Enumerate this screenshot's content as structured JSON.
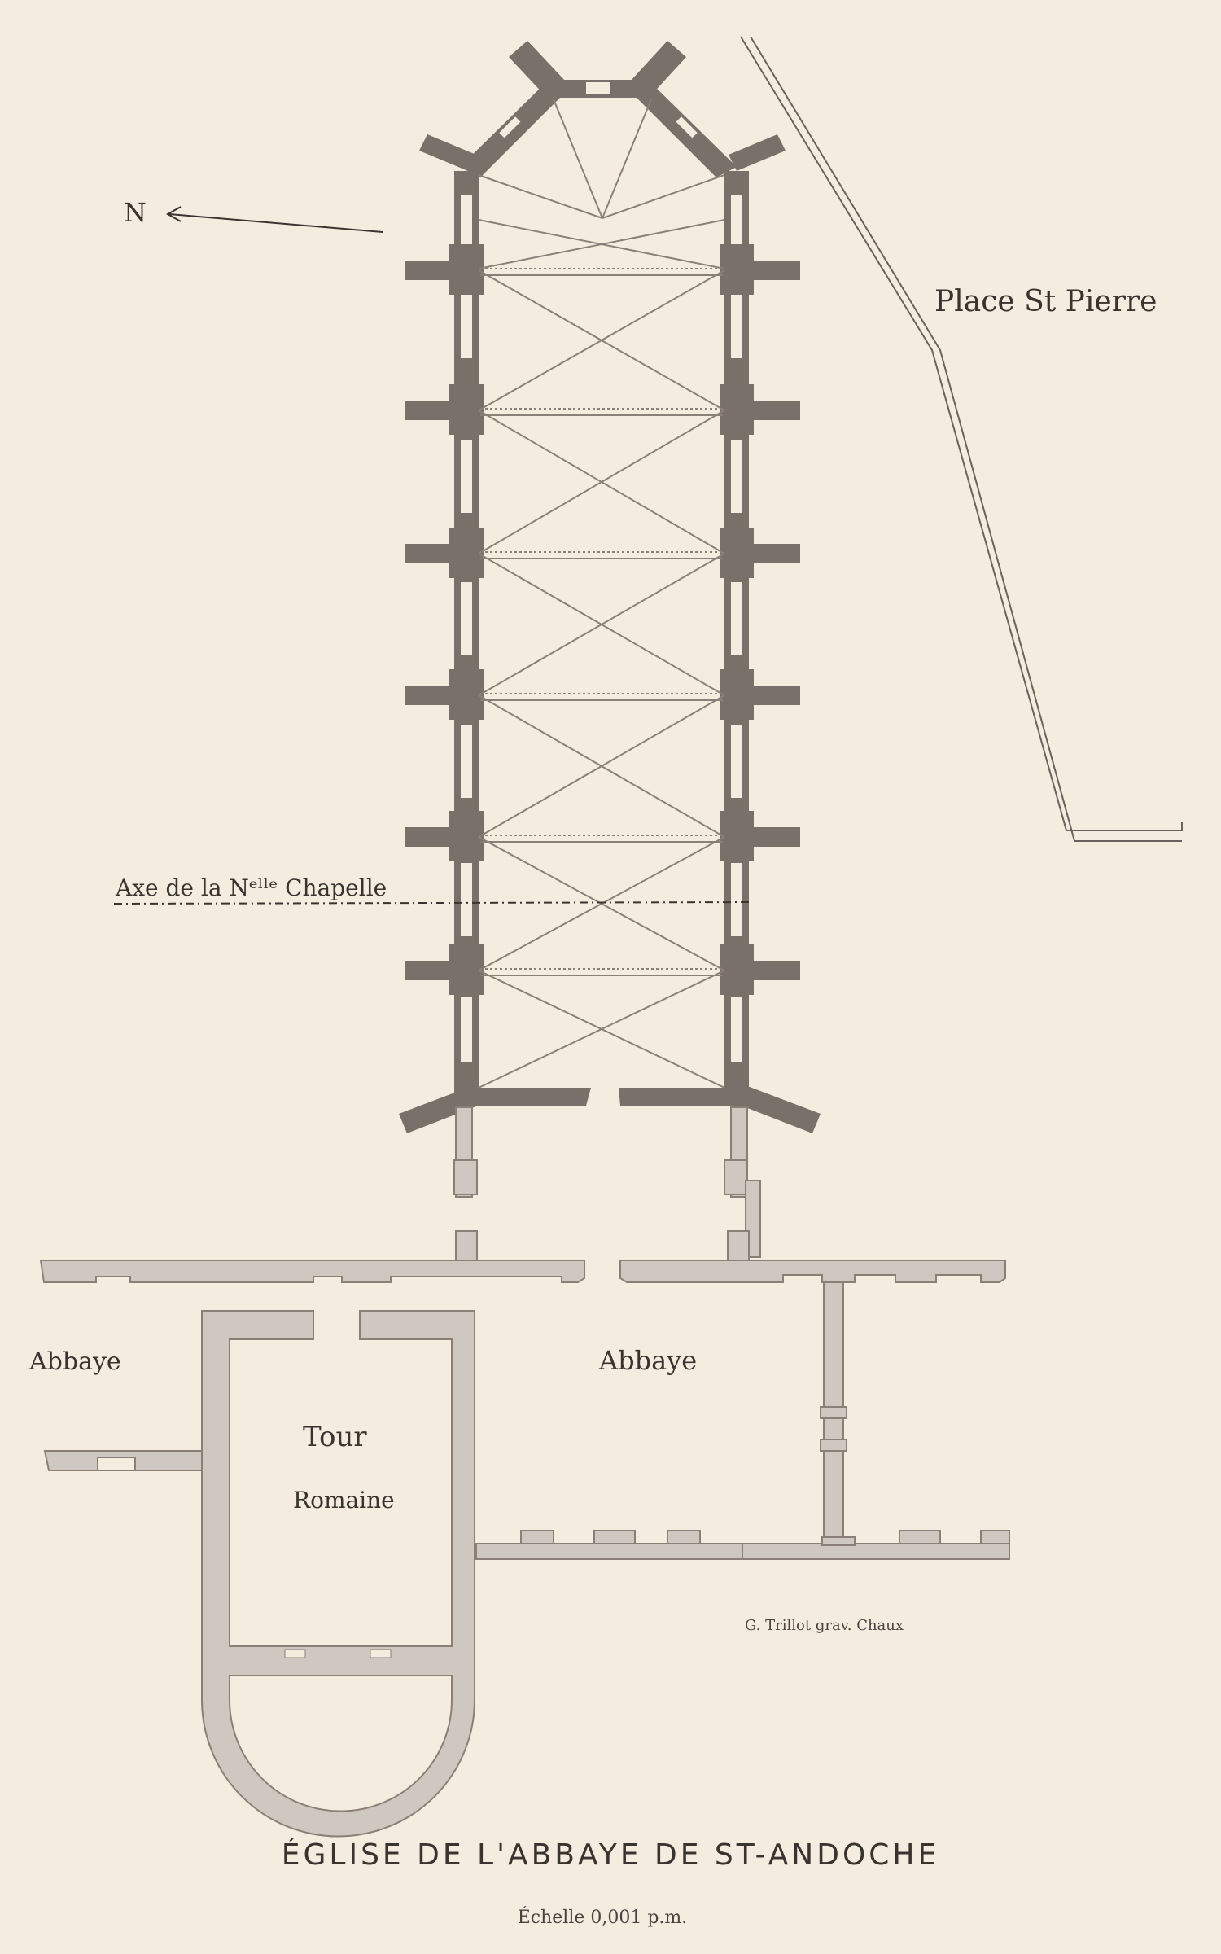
{
  "labels": {
    "north": "N",
    "place": "Place St Pierre",
    "axis": "Axe de la Nᵉˡˡᵉ Chapelle",
    "abbaye_left": "Abbaye",
    "abbaye_right": "Abbaye",
    "tour_line1": "Tour",
    "tour_line2": "Romaine",
    "engraver": "G. Trillot grav. Chaux",
    "title": "ÉGLISE DE L'ABBAYE DE ST-ANDOCHE",
    "scale": "Échelle 0,001 p.m."
  },
  "colors": {
    "paper": "#f4ecdf",
    "church_wall": "#7a706a",
    "existing_wall": "#cfc8c0",
    "wall_outline": "#8a8078",
    "vault_lines": "#8a8078",
    "ink": "#3a3430"
  }
}
